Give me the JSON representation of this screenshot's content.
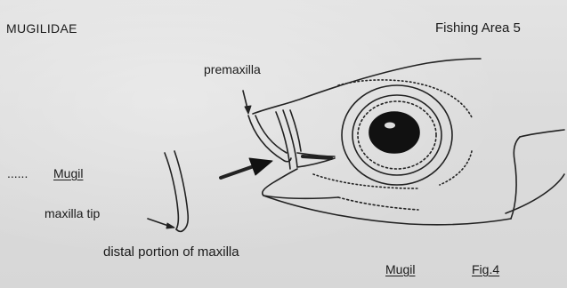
{
  "header": {
    "family_label": "MUGILIDAE",
    "area_label": "Fishing Area 5"
  },
  "labels": {
    "premaxilla": "premaxilla",
    "mugil_left_prefix": "......",
    "mugil_left": "Mugil",
    "maxilla_tip": "maxilla tip",
    "distal_portion": "distal portion of maxilla",
    "mugil_bottom": "Mugil",
    "figure": "Fig.4"
  }
}
